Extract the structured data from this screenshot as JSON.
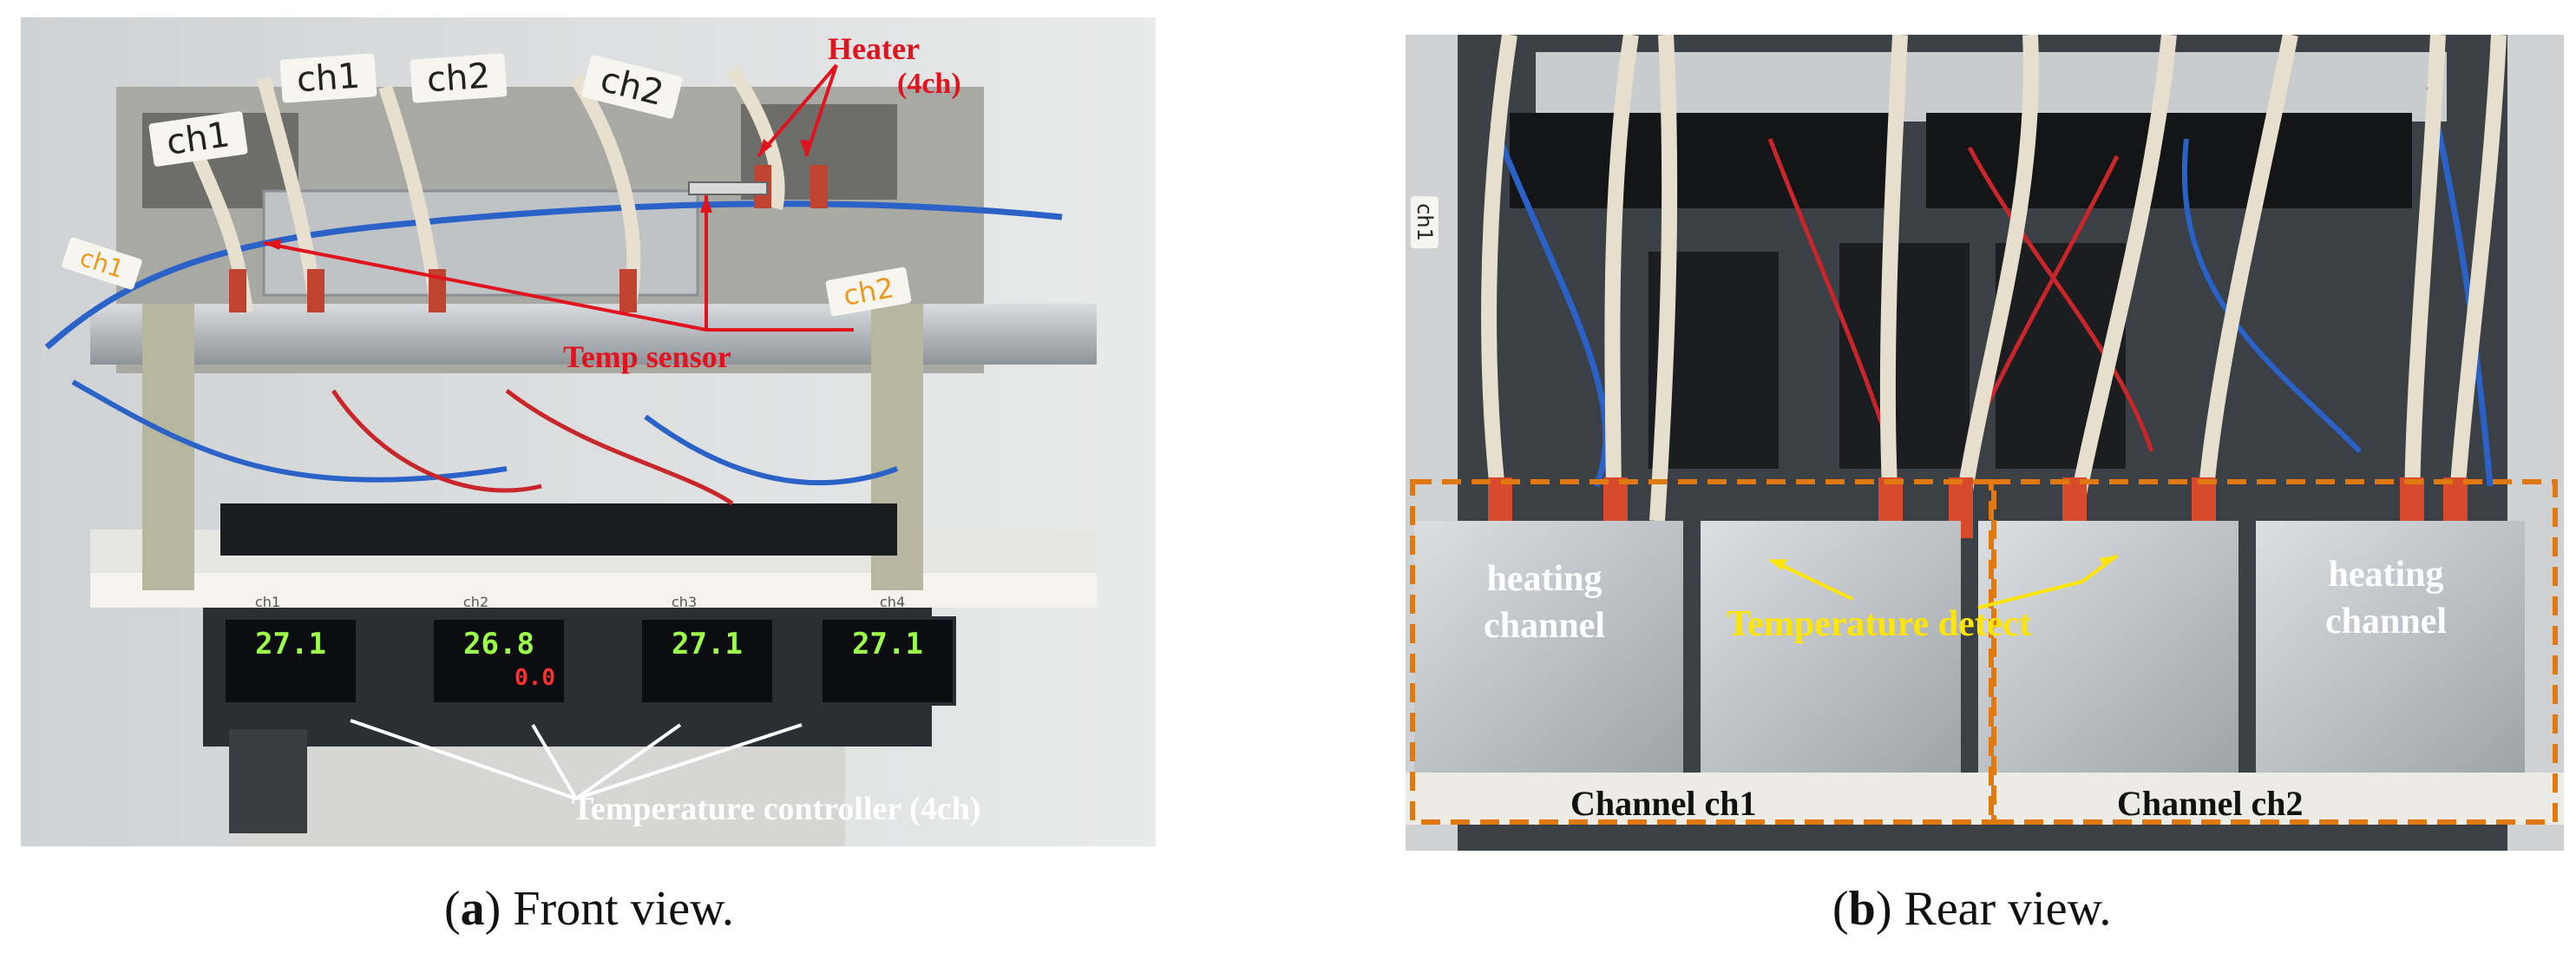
{
  "caption_a": {
    "letter": "a",
    "text": "Front view."
  },
  "caption_b": {
    "letter": "b",
    "text": "Rear view."
  },
  "front_view": {
    "heater_label": "Heater",
    "heater_sub": "(4ch)",
    "temp_sensor_label": "Temp sensor",
    "controller_label": "Temperature controller (4ch)",
    "tags": [
      "ch1",
      "ch1",
      "ch2",
      "ch2",
      "ch1",
      "ch2"
    ],
    "controllers": [
      {
        "name": "ch1",
        "value": "27.1",
        "sub": ""
      },
      {
        "name": "ch2",
        "value": "26.8",
        "sub": "0.0"
      },
      {
        "name": "ch3",
        "value": "27.1",
        "sub": ""
      },
      {
        "name": "ch4",
        "value": "27.1",
        "sub": ""
      }
    ]
  },
  "rear_view": {
    "heating_channel_left": [
      "heating",
      "channel"
    ],
    "heating_channel_right": [
      "heating",
      "channel"
    ],
    "temperature_detect": "Temperature detect",
    "channel_ch1": "Channel ch1",
    "channel_ch2": "Channel ch2",
    "side_tag": "ch1"
  },
  "colors": {
    "annotation_red": "#e0141e",
    "annotation_yellow": "#ffe600",
    "dashed_box": "#e07a10"
  }
}
